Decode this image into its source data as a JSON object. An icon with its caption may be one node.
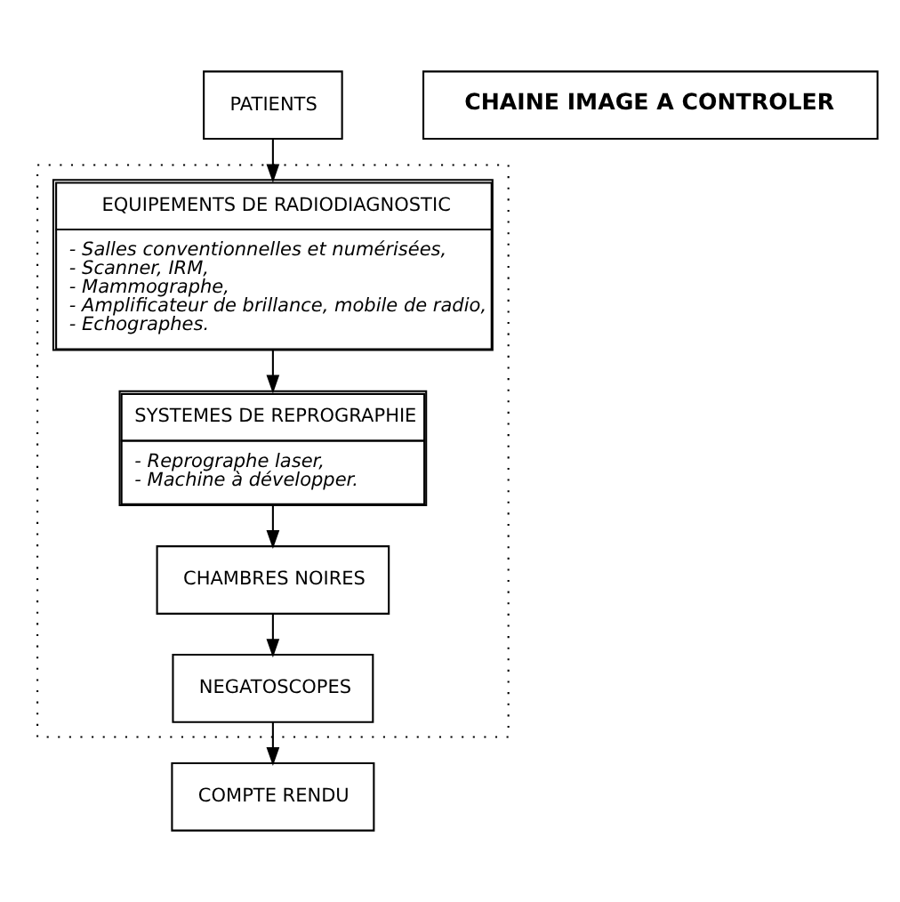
{
  "diagram": {
    "nodes": [
      {
        "text": [
          "PATIENTS"
        ]
      },
      {
        "text": [],
        "shape": "box"
      },
      {
        "text": [
          "EQUIPEMENTS DE RADIODIAGNOSTIC",
          "- Salles conventionnelles et numérisées,",
          "- Scanner, IRM,",
          "- Mammographe,",
          "- Amplificateur de brillance, mobile de radio,",
          "- Echographes."
        ],
        "in": 1
      },
      {
        "text": [
          "SYSTEMES DE REPROGRAPHIE",
          "- Reprographe laser,",
          "- Machine à développer."
        ],
        "in": 1
      },
      {
        "text": [
          "CHAMBRES NOIRES"
        ],
        "in": 1
      },
      {
        "text": [
          "NEGATOSCOPES"
        ],
        "in": 1
      },
      {
        "text": [
          "COMPTE RENDU"
        ]
      },
      {
        "text": [
          "CHAINE IMAGE A CONTROLER"
        ]
      }
    ],
    "edges": [
      {
        "from": 0,
        "to": 2,
        "arrow": "to"
      },
      {
        "from": 2,
        "to": 3,
        "arrow": "to"
      },
      {
        "from": 3,
        "to": 4,
        "arrow": "to"
      },
      {
        "from": 4,
        "to": 5,
        "arrow": "to"
      },
      {
        "from": 5,
        "to": 6,
        "arrow": "to"
      }
    ]
  }
}
